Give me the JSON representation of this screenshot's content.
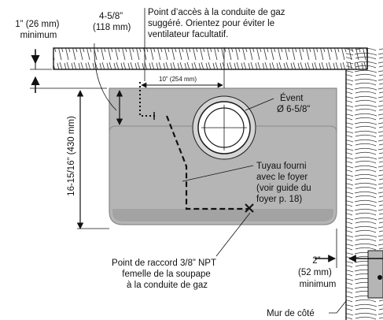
{
  "labels": {
    "clearance_top": [
      "1” (26 mm)",
      "minimum"
    ],
    "offset_depth": [
      "4-5/8”",
      "(118 mm)"
    ],
    "gas_access": [
      "Point d’accès à la conduite de gaz",
      "suggéré. Orientez pour éviter le",
      "ventilateur facultatif."
    ],
    "offset_width": "10” (254 mm)",
    "vent": [
      "Évent",
      "Ø 6-5/8”"
    ],
    "depth": "16-15/16” (430 mm)",
    "supplied_pipe": [
      "Tuyau fourni",
      "avec le foyer",
      "(voir guide du",
      "foyer p. 18)"
    ],
    "connection": [
      "Point de raccord 3/8” NPT",
      "femelle de la soupape",
      "à la conduite de gaz"
    ],
    "clearance_side": [
      "2”",
      "(52 mm)",
      "minimum"
    ],
    "side_wall": "Mur de côté"
  },
  "colors": {
    "appliance_fill": "#b5b5b5",
    "appliance_shade": "#9d9d9d",
    "wall_fill": "#ffffff",
    "line": "#1a1a1a"
  }
}
